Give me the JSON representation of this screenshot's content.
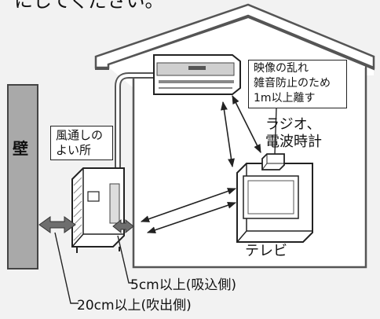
{
  "header": {
    "text": "にしてください。"
  },
  "wall": {
    "label": "壁"
  },
  "note": {
    "line1": "映像の乱れ",
    "line2": "雑音防止のため",
    "line3": "1m以上離す"
  },
  "ventilation": {
    "line1": "風通しの",
    "line2": "よい所"
  },
  "radio": {
    "line1": "ラジオ、",
    "line2": "電波時計"
  },
  "tv": {
    "label": "テレビ"
  },
  "distances": {
    "intake": "5cm以上(吸込側)",
    "outlet": "20cm以上(吹出側)"
  },
  "colors": {
    "background": "#f2f2f2",
    "wall": "#a9a9a9",
    "arrow": "#6e6e6e",
    "outline": "#222222",
    "panel": "#ffffff"
  }
}
